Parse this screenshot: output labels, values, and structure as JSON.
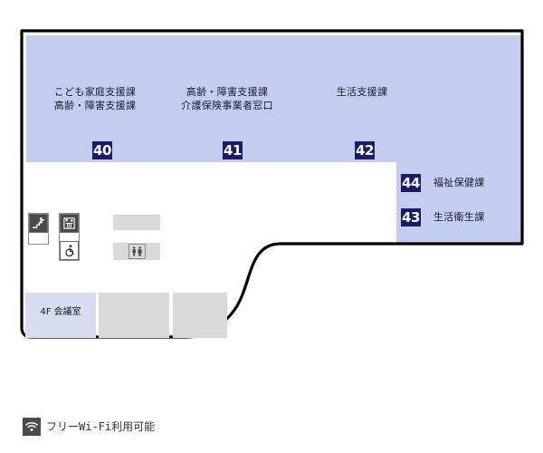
{
  "map": {
    "floor_label": "4F",
    "zone_color": "#c3cdef",
    "badge_color": "#1b1b6e",
    "outline_color": "#000000",
    "departments": [
      {
        "badge": "40",
        "lines": [
          "こども家庭支援課",
          "高齢・障害支援課"
        ]
      },
      {
        "badge": "41",
        "lines": [
          "高齢・障害支援課",
          "介護保険事業者窓口"
        ]
      },
      {
        "badge": "42",
        "lines": [
          "生活支援課"
        ]
      }
    ],
    "side_counters": [
      {
        "badge": "44",
        "name": "福祉保健課"
      },
      {
        "badge": "43",
        "name": "生活衛生課"
      }
    ],
    "rooms": [
      {
        "name": "4F 会議室"
      }
    ],
    "facility_icons": [
      {
        "icon": "stairs-icon",
        "style": "dark"
      },
      {
        "icon": "elevator-icon",
        "style": "dark"
      },
      {
        "icon": "wheelchair-icon",
        "style": "light"
      },
      {
        "icon": "restroom-icon",
        "style": "gray"
      }
    ]
  },
  "footer": {
    "wifi_icon": "wifi-icon",
    "wifi_text": "フリーWi-Fi利用可能"
  }
}
